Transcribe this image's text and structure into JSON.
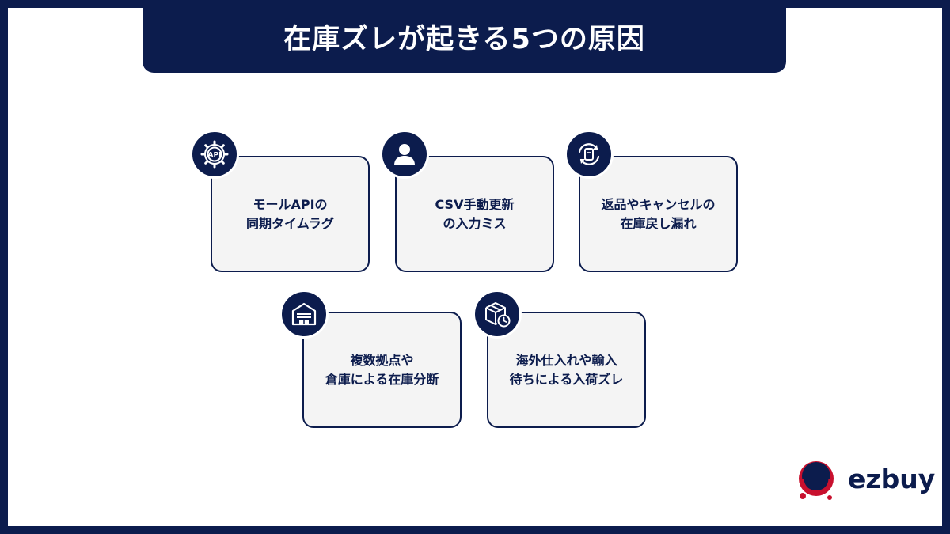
{
  "title": "在庫ズレが起きる5つの原因",
  "colors": {
    "navy": "#0c1c4d",
    "card_bg": "#f4f4f4",
    "brand_red": "#c8102e"
  },
  "causes": [
    {
      "icon": "api-gear-icon",
      "line1": "モールAPIの",
      "line2": "同期タイムラグ"
    },
    {
      "icon": "user-icon",
      "line1": "CSV手動更新",
      "line2": "の入力ミス"
    },
    {
      "icon": "return-cycle-icon",
      "line1": "返品やキャンセルの",
      "line2": "在庫戻し漏れ"
    },
    {
      "icon": "warehouse-icon",
      "line1": "複数拠点や",
      "line2": "倉庫による在庫分断"
    },
    {
      "icon": "package-clock-icon",
      "line1": "海外仕入れや輸入",
      "line2": "待ちによる入荷ズレ"
    }
  ],
  "logo": {
    "text": "ezbuy"
  }
}
